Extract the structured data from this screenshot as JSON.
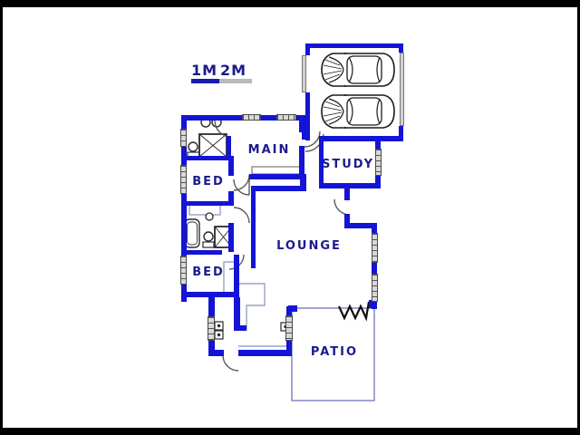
{
  "plan": {
    "scale_bar": {
      "labels": [
        "1M",
        "2M"
      ]
    },
    "rooms": {
      "main_bedroom": {
        "label": "MAIN"
      },
      "study": {
        "label": "STUDY"
      },
      "lounge": {
        "label": "LOUNGE"
      },
      "bedroom_1": {
        "label": "BED"
      },
      "bedroom_2": {
        "label": "BED"
      },
      "patio": {
        "label": "PATIO"
      }
    },
    "garage": {
      "car_count": 2
    },
    "colors": {
      "wall": "#1414d6",
      "room_label": "#1b1b8c",
      "window_fill": "#d9d9d9",
      "patio_outline": "#8890c8",
      "fixture_outline": "#3a3a3a"
    }
  }
}
